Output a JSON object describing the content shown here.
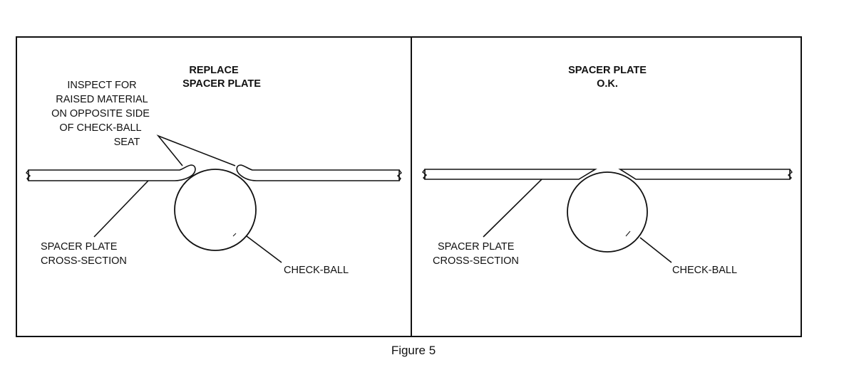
{
  "left_panel": {
    "title_lines": [
      "REPLACE",
      "SPACER PLATE"
    ],
    "inspect_lines": [
      "INSPECT FOR",
      "RAISED MATERIAL",
      "ON OPPOSITE SIDE",
      "OF CHECK-BALL",
      "SEAT"
    ],
    "plate_label_lines": [
      "SPACER PLATE",
      "CROSS-SECTION"
    ],
    "ball_label": "CHECK-BALL"
  },
  "right_panel": {
    "title_lines": [
      "SPACER PLATE",
      "O.K."
    ],
    "plate_label_lines": [
      "SPACER PLATE",
      "CROSS-SECTION"
    ],
    "ball_label": "CHECK-BALL"
  },
  "caption": "Figure 5"
}
